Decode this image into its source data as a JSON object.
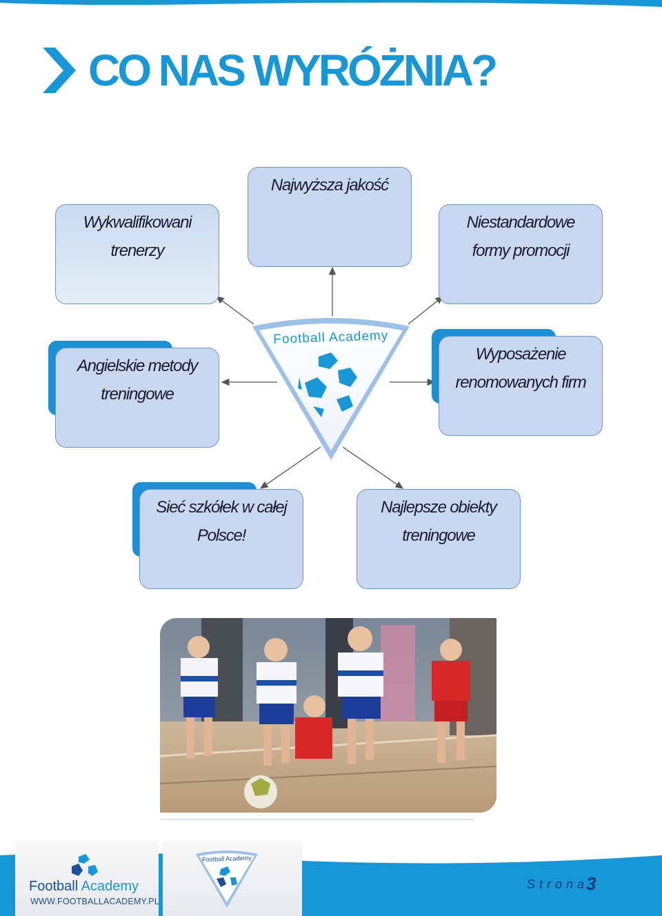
{
  "page": {
    "title": "CO NAS WYRÓŻNIA?",
    "accent_color": "#1797d8",
    "box_color": "#c7d8f0"
  },
  "diagram": {
    "center_logo": "Football Academy",
    "features": [
      {
        "line1": "Najwyższa jakość",
        "line2": ""
      },
      {
        "line1": "Wykwalifikowani",
        "line2": "trenerzy"
      },
      {
        "line1": "Niestandardowe",
        "line2": "formy promocji"
      },
      {
        "line1": "Angielskie metody",
        "line2": "treningowe"
      },
      {
        "line1": "Wyposażenie",
        "line2": "renomowanych firm"
      },
      {
        "line1": "Sieć szkółek w całej",
        "line2": "Polsce!"
      },
      {
        "line1": "Najlepsze obiekty",
        "line2": "treningowe"
      }
    ]
  },
  "photo": {
    "icon": "children-playing-football-photo"
  },
  "footer": {
    "logo_word1": "Football",
    "logo_word2": "Academy",
    "url": "WWW.FOOTBALLACADEMY.PL",
    "badge_text": "Football Academy",
    "page_label": "Strona",
    "page_number": "3"
  }
}
